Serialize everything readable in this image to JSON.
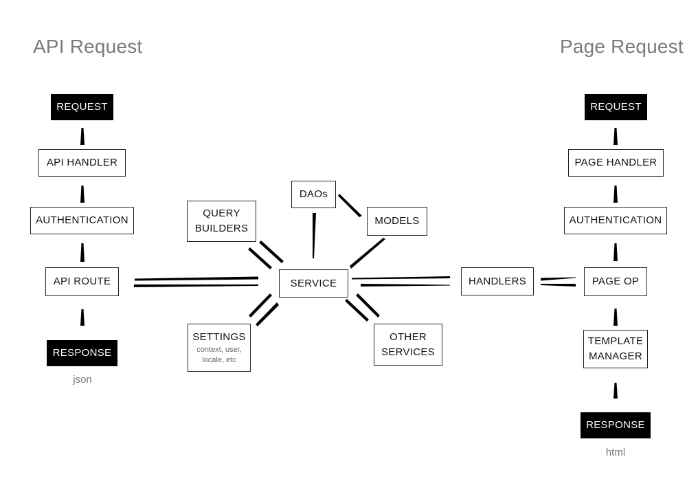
{
  "headings": {
    "api": "API Request",
    "page": "Page Request"
  },
  "api_flow": {
    "request": "REQUEST",
    "handler": "API HANDLER",
    "authentication": "AUTHENTICATION",
    "route": "API ROUTE",
    "response": "RESPONSE",
    "response_format": "json"
  },
  "center": {
    "service": "SERVICE",
    "daos": "DAOs",
    "models": "MODELS",
    "query_builders": [
      "QUERY",
      "BUILDERS"
    ],
    "settings": "SETTINGS",
    "settings_detail": [
      "context, user,",
      "locale, etc"
    ],
    "other_services": [
      "OTHER",
      "SERVICES"
    ],
    "handlers": "HANDLERS"
  },
  "page_flow": {
    "request": "REQUEST",
    "handler": "PAGE HANDLER",
    "authentication": "AUTHENTICATION",
    "page_op": "PAGE OP",
    "template_manager": [
      "TEMPLATE",
      "MANAGER"
    ],
    "response": "RESPONSE",
    "response_format": "html"
  }
}
